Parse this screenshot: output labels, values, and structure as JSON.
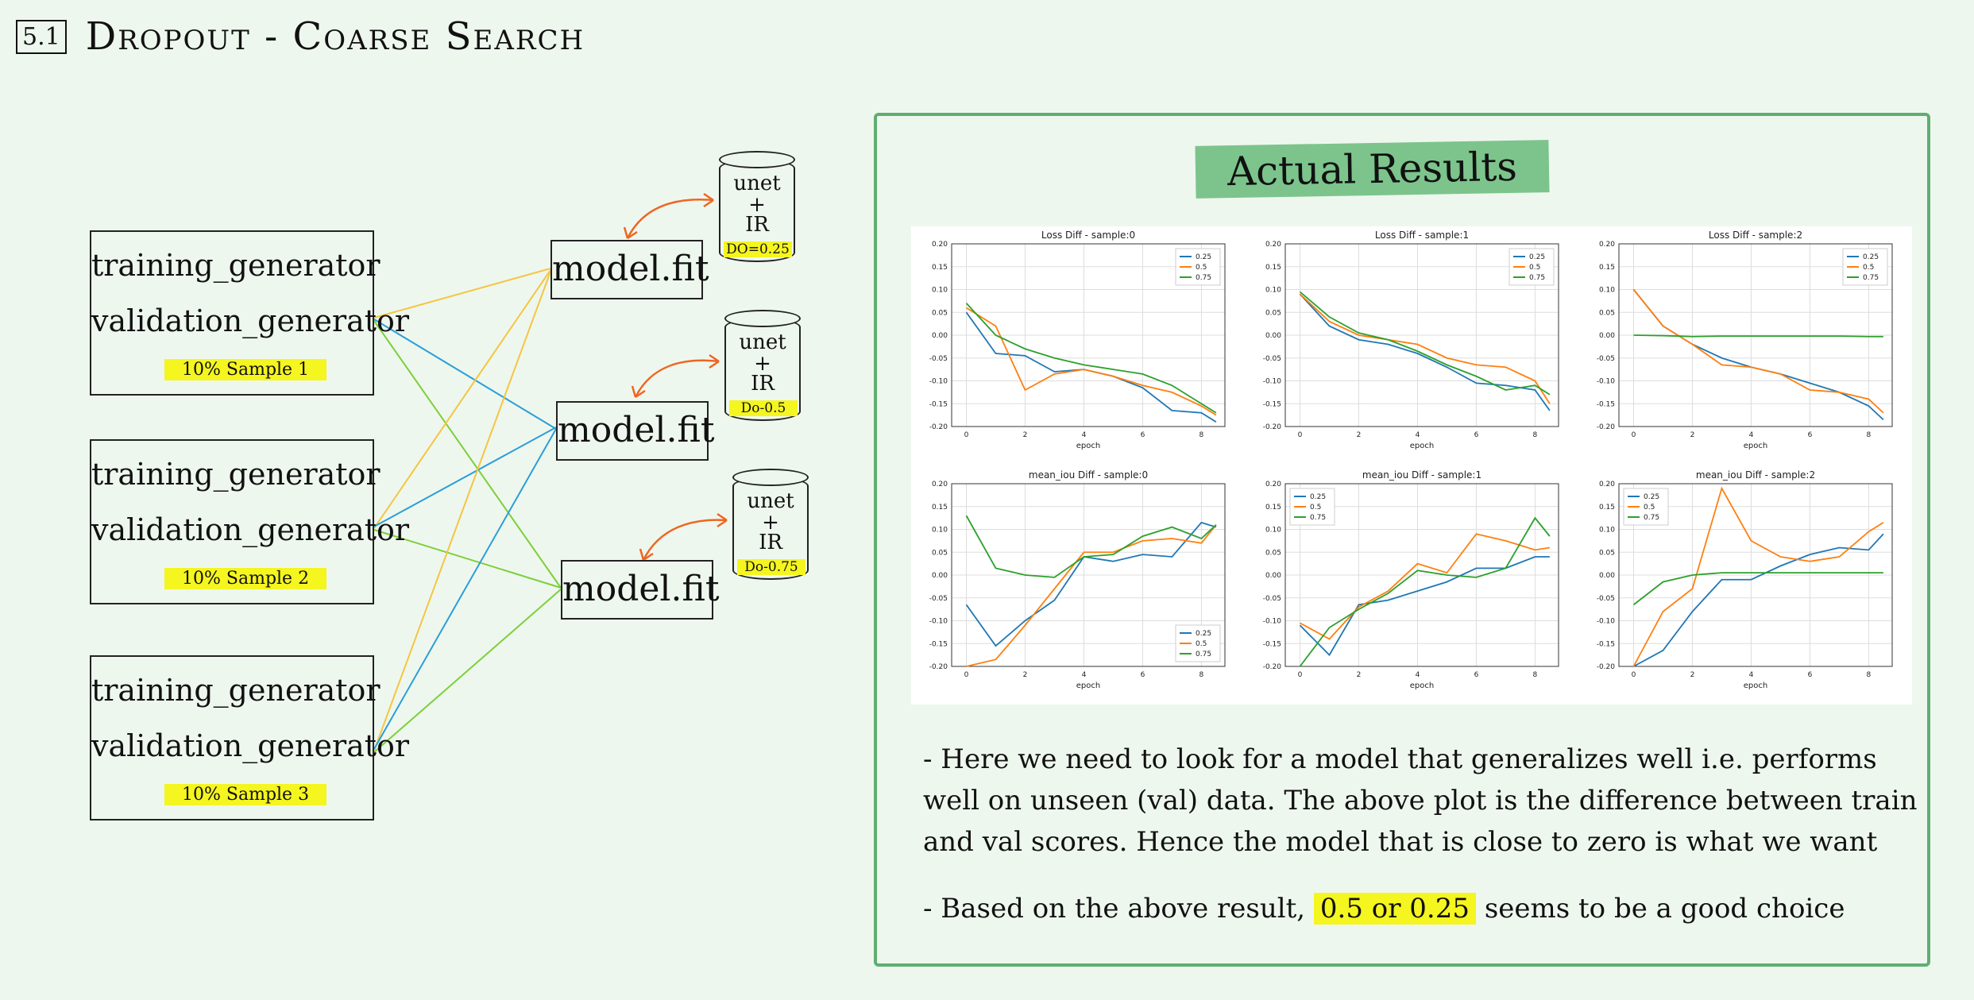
{
  "title": {
    "number": "5.1",
    "text": "Dropout - Coarse Search"
  },
  "generators": [
    {
      "line1": "training_generator",
      "line2": "validation_generator",
      "sample": "10% Sample 1"
    },
    {
      "line1": "training_generator",
      "line2": "validation_generator",
      "sample": "10% Sample 2"
    },
    {
      "line1": "training_generator",
      "line2": "validation_generator",
      "sample": "10% Sample 3"
    }
  ],
  "fits": [
    {
      "label": "model.fit"
    },
    {
      "label": "model.fit"
    },
    {
      "label": "model.fit"
    }
  ],
  "models": [
    {
      "l1": "unet",
      "l2": "+",
      "l3": "IR",
      "dd": "DO=0.25"
    },
    {
      "l1": "unet",
      "l2": "+",
      "l3": "IR",
      "dd": "Do-0.5"
    },
    {
      "l1": "unet",
      "l2": "+",
      "l3": "IR",
      "dd": "Do-0.75"
    }
  ],
  "actual_title": "Actual Results",
  "colors": {
    "s25": "#1f77b4",
    "s05": "#ff7f0e",
    "s75": "#2ca02c",
    "yellow_line": "#f5c542",
    "blue_line": "#2a9fd8",
    "green_line": "#7ccf3a",
    "arrow": "#ee6622"
  },
  "chart_data": [
    {
      "type": "line",
      "title": "Loss Diff - sample:0",
      "xlabel": "epoch",
      "ylim": [
        -0.2,
        0.2
      ],
      "xlim": [
        -0.5,
        8.8
      ],
      "legend": "top-right",
      "x": [
        0,
        1,
        2,
        3,
        4,
        5,
        6,
        7,
        8,
        8.5
      ],
      "series": [
        {
          "name": "0.25",
          "values": [
            0.05,
            -0.04,
            -0.045,
            -0.08,
            -0.075,
            -0.09,
            -0.115,
            -0.165,
            -0.17,
            -0.19
          ]
        },
        {
          "name": "0.5",
          "values": [
            0.06,
            0.02,
            -0.12,
            -0.085,
            -0.075,
            -0.09,
            -0.11,
            -0.125,
            -0.155,
            -0.175
          ]
        },
        {
          "name": "0.75",
          "values": [
            0.07,
            0.0,
            -0.03,
            -0.05,
            -0.065,
            -0.075,
            -0.085,
            -0.11,
            -0.15,
            -0.17
          ]
        }
      ]
    },
    {
      "type": "line",
      "title": "Loss Diff - sample:1",
      "xlabel": "epoch",
      "ylim": [
        -0.2,
        0.2
      ],
      "xlim": [
        -0.5,
        8.8
      ],
      "legend": "top-right",
      "x": [
        0,
        1,
        2,
        3,
        4,
        5,
        6,
        7,
        8,
        8.5
      ],
      "series": [
        {
          "name": "0.25",
          "values": [
            0.09,
            0.02,
            -0.01,
            -0.02,
            -0.04,
            -0.07,
            -0.105,
            -0.11,
            -0.12,
            -0.165
          ]
        },
        {
          "name": "0.5",
          "values": [
            0.09,
            0.03,
            0.0,
            -0.01,
            -0.02,
            -0.05,
            -0.065,
            -0.07,
            -0.1,
            -0.15
          ]
        },
        {
          "name": "0.75",
          "values": [
            0.095,
            0.04,
            0.005,
            -0.01,
            -0.035,
            -0.065,
            -0.09,
            -0.12,
            -0.11,
            -0.13
          ]
        }
      ]
    },
    {
      "type": "line",
      "title": "Loss Diff - sample:2",
      "xlabel": "epoch",
      "ylim": [
        -0.2,
        0.2
      ],
      "xlim": [
        -0.5,
        8.8
      ],
      "legend": "top-right",
      "x": [
        0,
        1,
        2,
        3,
        4,
        5,
        6,
        7,
        8,
        8.5
      ],
      "series": [
        {
          "name": "0.25",
          "values": [
            0.1,
            0.02,
            -0.02,
            -0.05,
            -0.07,
            -0.085,
            -0.105,
            -0.125,
            -0.155,
            -0.185
          ]
        },
        {
          "name": "0.5",
          "values": [
            0.1,
            0.02,
            -0.02,
            -0.065,
            -0.07,
            -0.085,
            -0.12,
            -0.125,
            -0.14,
            -0.17
          ]
        },
        {
          "name": "0.75",
          "values": [
            0.0,
            -0.001,
            -0.003,
            -0.002,
            -0.002,
            -0.002,
            -0.002,
            -0.002,
            -0.003,
            -0.003
          ]
        }
      ]
    },
    {
      "type": "line",
      "title": "mean_iou Diff - sample:0",
      "xlabel": "epoch",
      "ylim": [
        -0.2,
        0.2
      ],
      "xlim": [
        -0.5,
        8.8
      ],
      "legend": "bottom-right",
      "x": [
        0,
        1,
        2,
        3,
        4,
        5,
        6,
        7,
        8,
        8.5
      ],
      "series": [
        {
          "name": "0.25",
          "values": [
            -0.065,
            -0.155,
            -0.1,
            -0.055,
            0.04,
            0.03,
            0.045,
            0.04,
            0.115,
            0.105
          ]
        },
        {
          "name": "0.5",
          "values": [
            -0.2,
            -0.185,
            -0.11,
            -0.03,
            0.05,
            0.05,
            0.075,
            0.08,
            0.07,
            0.11
          ]
        },
        {
          "name": "0.75",
          "values": [
            0.13,
            0.015,
            0.0,
            -0.005,
            0.04,
            0.045,
            0.085,
            0.105,
            0.08,
            0.11
          ]
        }
      ]
    },
    {
      "type": "line",
      "title": "mean_iou Diff - sample:1",
      "xlabel": "epoch",
      "ylim": [
        -0.2,
        0.2
      ],
      "xlim": [
        -0.5,
        8.8
      ],
      "legend": "top-left",
      "x": [
        0,
        1,
        2,
        3,
        4,
        5,
        6,
        7,
        8,
        8.5
      ],
      "series": [
        {
          "name": "0.25",
          "values": [
            -0.11,
            -0.175,
            -0.065,
            -0.055,
            -0.035,
            -0.015,
            0.015,
            0.015,
            0.04,
            0.04
          ]
        },
        {
          "name": "0.5",
          "values": [
            -0.105,
            -0.14,
            -0.07,
            -0.035,
            0.025,
            0.005,
            0.09,
            0.075,
            0.055,
            0.06
          ]
        },
        {
          "name": "0.75",
          "values": [
            -0.2,
            -0.115,
            -0.075,
            -0.04,
            0.01,
            0.0,
            -0.005,
            0.015,
            0.125,
            0.085
          ]
        }
      ]
    },
    {
      "type": "line",
      "title": "mean_iou Diff - sample:2",
      "xlabel": "epoch",
      "ylim": [
        -0.2,
        0.2
      ],
      "xlim": [
        -0.5,
        8.8
      ],
      "legend": "top-left",
      "x": [
        0,
        1,
        2,
        3,
        4,
        5,
        6,
        7,
        8,
        8.5
      ],
      "series": [
        {
          "name": "0.25",
          "values": [
            -0.2,
            -0.165,
            -0.08,
            -0.01,
            -0.01,
            0.02,
            0.045,
            0.06,
            0.055,
            0.09
          ]
        },
        {
          "name": "0.5",
          "values": [
            -0.2,
            -0.08,
            -0.03,
            0.19,
            0.075,
            0.04,
            0.03,
            0.04,
            0.095,
            0.115
          ]
        },
        {
          "name": "0.75",
          "values": [
            -0.065,
            -0.015,
            0.0,
            0.005,
            0.005,
            0.005,
            0.005,
            0.005,
            0.005,
            0.005
          ]
        }
      ]
    }
  ],
  "bullets": [
    {
      "text": "- Here we need to look for a model that generalizes well i.e. performs well on unseen (val) data. The above plot is the difference between train and val scores. Hence the model that is close to zero is what we want"
    },
    {
      "pre": "- Based on the above result,",
      "hl": "0.5 or 0.25",
      "post": "seems to be a good choice"
    }
  ]
}
